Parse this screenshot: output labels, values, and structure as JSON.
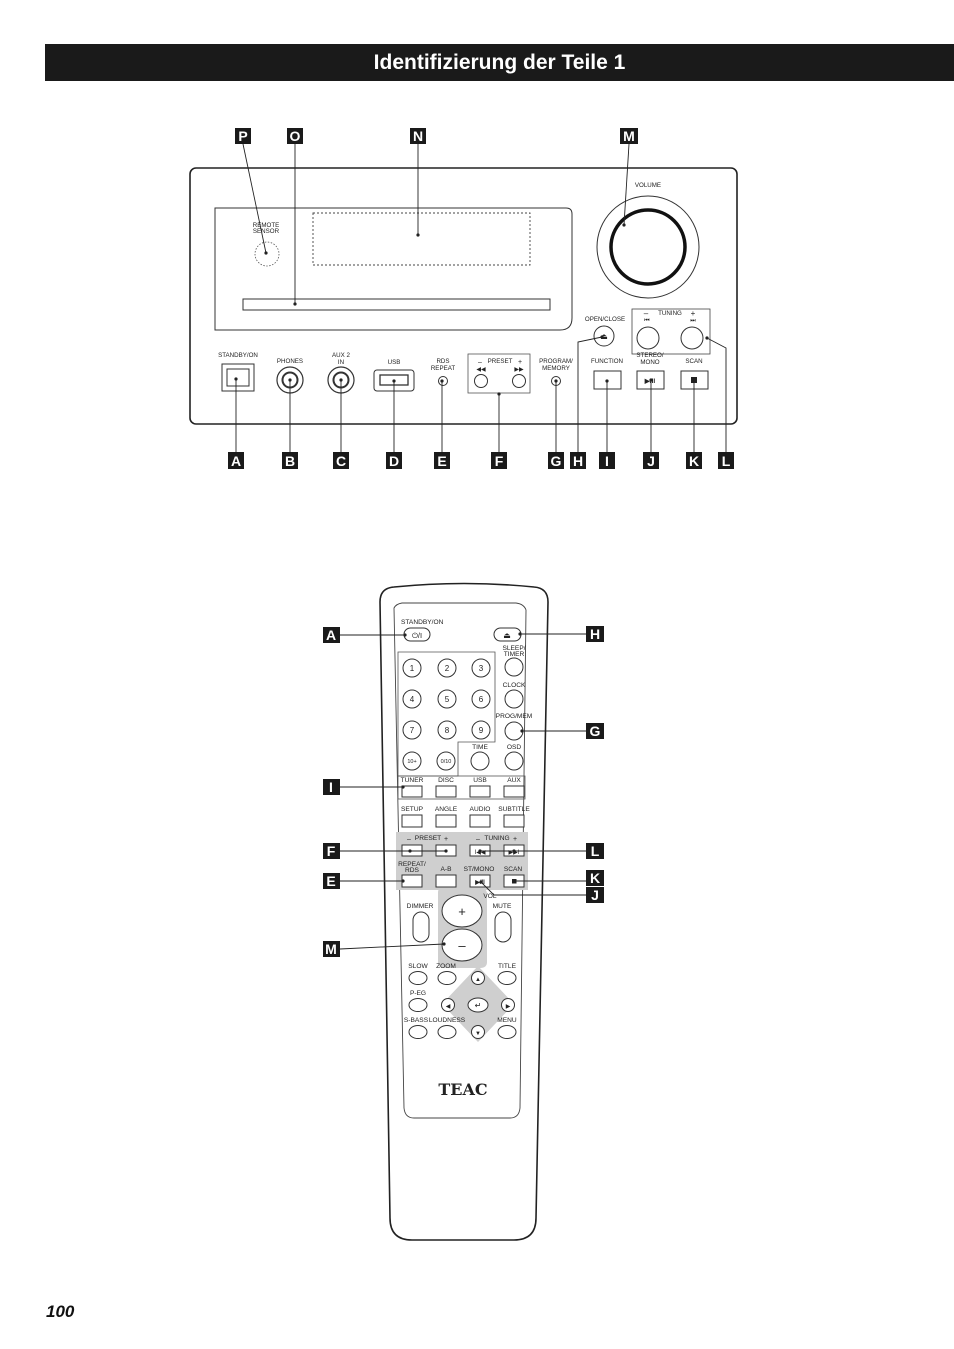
{
  "header": {
    "title": "Identifizierung der Teile 1"
  },
  "page": {
    "number": "100"
  },
  "front_panel": {
    "remote_sensor": "REMOTE SENSOR",
    "remote_sensor_l1": "REMOTE",
    "remote_sensor_l2": "SENSOR",
    "volume": "VOLUME",
    "open_close": "OPEN/CLOSE",
    "tuning": "TUNING",
    "standby_on": "STANDBY/ON",
    "phones": "PHONES",
    "aux2_l1": "AUX 2",
    "aux2_l2": "IN",
    "usb": "USB",
    "rds_l1": "RDS",
    "rds_l2": "REPEAT",
    "preset": "PRESET",
    "program_l1": "PROGRAM/",
    "program_l2": "MEMORY",
    "function": "FUNCTION",
    "stereo_l1": "STEREO/",
    "stereo_l2": "MONO",
    "scan": "SCAN",
    "callouts_top": [
      "P",
      "O",
      "N",
      "M"
    ],
    "callouts_bottom": [
      "A",
      "B",
      "C",
      "D",
      "E",
      "F",
      "G",
      "H",
      "I",
      "J",
      "K",
      "L"
    ]
  },
  "remote": {
    "standby_on": "STANDBY/ON",
    "sleep_l1": "SLEEP/",
    "sleep_l2": "TIMER",
    "clock": "CLOCK",
    "prog_mem": "PROG/MEM",
    "time": "TIME",
    "osd": "OSD",
    "digits": [
      "1",
      "2",
      "3",
      "4",
      "5",
      "6",
      "7",
      "8",
      "9",
      "10+",
      "0/10"
    ],
    "sources": [
      "TUNER",
      "DISC",
      "USB",
      "AUX"
    ],
    "row2": [
      "SETUP",
      "ANGLE",
      "AUDIO",
      "SUBTITLE"
    ],
    "preset": "PRESET",
    "tuning": "TUNING",
    "repeat_l1": "REPEAT/",
    "repeat_l2": "RDS",
    "ab": "A-B",
    "st_mono": "ST/MONO",
    "scan": "SCAN",
    "vol": "VOL",
    "dimmer": "DIMMER",
    "mute": "MUTE",
    "slow": "SLOW",
    "zoom": "ZOOM",
    "title": "TITLE",
    "p_eg": "P-EG",
    "s_bass": "S-BASS",
    "loudness": "LOUDNESS",
    "menu": "MENU",
    "brand": "TEAC",
    "callouts_left": [
      "A",
      "I",
      "F",
      "E",
      "M"
    ],
    "callouts_right": [
      "H",
      "G",
      "L",
      "K",
      "J"
    ]
  }
}
